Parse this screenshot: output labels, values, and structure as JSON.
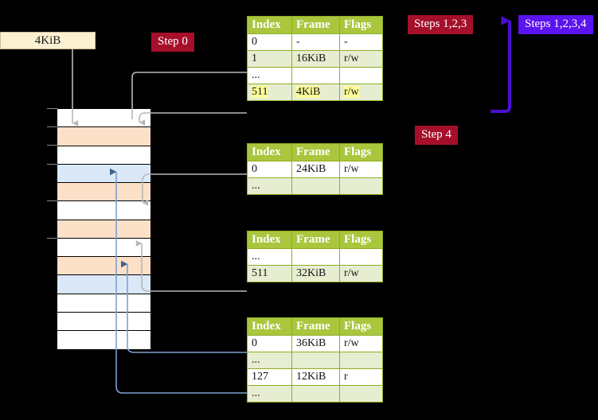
{
  "labels": {
    "size_box": "4KiB",
    "step0": "Step 0",
    "steps123": "Steps 1,2,3",
    "steps1234": "Steps 1,2,3,4",
    "step4": "Step 4"
  },
  "colors": {
    "badge_red": "#a50f2a",
    "badge_blue": "#5b13ef",
    "table_header": "#a9c63c",
    "table_alt_row": "#e7edd1",
    "highlight": "#ffff99",
    "mem_orange": "#fce0c8",
    "mem_blue": "#dbe8f7",
    "box_cream": "#fcf0d2",
    "connector_gray": "#b0b0b0",
    "connector_blue": "#7f9fcf"
  },
  "table_columns": [
    "Index",
    "Frame",
    "Flags"
  ],
  "tables": [
    {
      "id": "table-level-0",
      "rows": [
        {
          "index": "0",
          "frame": "-",
          "flags": "-",
          "shade": "plain",
          "highlight": false
        },
        {
          "index": "1",
          "frame": "16KiB",
          "flags": "r/w",
          "shade": "alt",
          "highlight": false
        },
        {
          "index": "...",
          "frame": "",
          "flags": "",
          "shade": "plain",
          "highlight": false
        },
        {
          "index": "511",
          "frame": "4KiB",
          "flags": "r/w",
          "shade": "alt",
          "highlight": true
        }
      ]
    },
    {
      "id": "table-level-1",
      "rows": [
        {
          "index": "0",
          "frame": "24KiB",
          "flags": "r/w",
          "shade": "plain",
          "highlight": false
        },
        {
          "index": "...",
          "frame": "",
          "flags": "",
          "shade": "alt",
          "highlight": false
        }
      ]
    },
    {
      "id": "table-level-2",
      "rows": [
        {
          "index": "...",
          "frame": "",
          "flags": "",
          "shade": "plain",
          "highlight": false
        },
        {
          "index": "511",
          "frame": "32KiB",
          "flags": "r/w",
          "shade": "alt",
          "highlight": false
        }
      ]
    },
    {
      "id": "table-level-3",
      "rows": [
        {
          "index": "0",
          "frame": "36KiB",
          "flags": "r/w",
          "shade": "plain",
          "highlight": false
        },
        {
          "index": "...",
          "frame": "",
          "flags": "",
          "shade": "alt",
          "highlight": false
        },
        {
          "index": "127",
          "frame": "12KiB",
          "flags": "r",
          "shade": "plain",
          "highlight": false
        },
        {
          "index": "...",
          "frame": "",
          "flags": "",
          "shade": "alt",
          "highlight": false
        }
      ]
    }
  ],
  "memory_rows": [
    {
      "fill": "white"
    },
    {
      "fill": "orange"
    },
    {
      "fill": "white"
    },
    {
      "fill": "bluefill"
    },
    {
      "fill": "orange"
    },
    {
      "fill": "white"
    },
    {
      "fill": "orange"
    },
    {
      "fill": "white"
    },
    {
      "fill": "orange"
    },
    {
      "fill": "bluefill"
    },
    {
      "fill": "white"
    },
    {
      "fill": "white"
    },
    {
      "fill": "white"
    }
  ]
}
